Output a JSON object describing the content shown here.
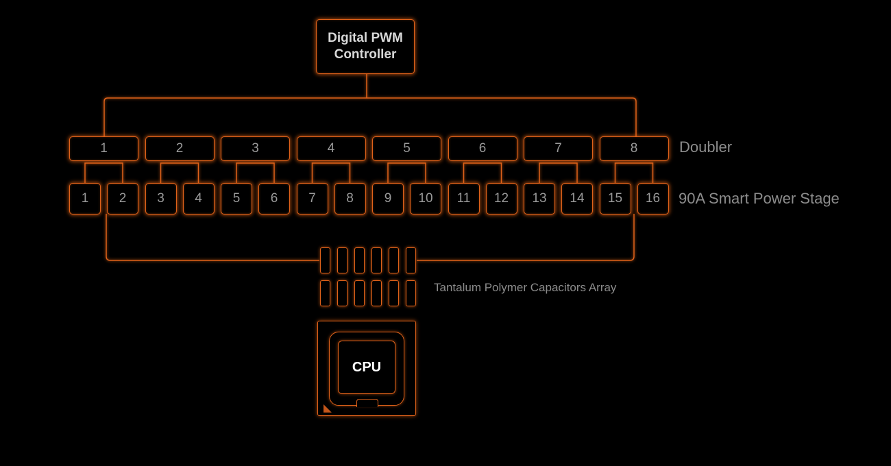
{
  "controller": {
    "line1": "Digital PWM",
    "line2": "Controller"
  },
  "doublers": [
    "1",
    "2",
    "3",
    "4",
    "5",
    "6",
    "7",
    "8"
  ],
  "doubler_label": "Doubler",
  "power_stages": [
    "1",
    "2",
    "3",
    "4",
    "5",
    "6",
    "7",
    "8",
    "9",
    "10",
    "11",
    "12",
    "13",
    "14",
    "15",
    "16"
  ],
  "power_stage_label": "90A Smart Power Stage",
  "capacitor_label": "Tantalum Polymer Capacitors Array",
  "cpu_label": "CPU",
  "colors": {
    "glow": "#e0621a",
    "background": "#000000",
    "text_gray": "#9a9a9a"
  }
}
